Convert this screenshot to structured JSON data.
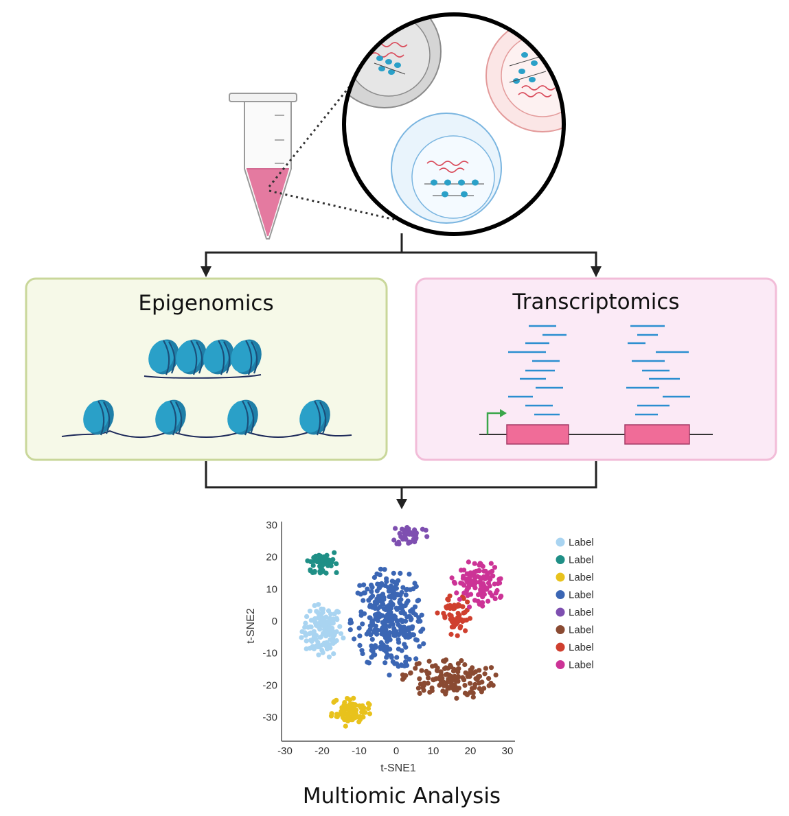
{
  "diagram": {
    "left_box_title": "Epigenomics",
    "right_box_title": "Transcriptomics",
    "bottom_title": "Multiomic Analysis"
  },
  "colors": {
    "epi_box_fill": "#f6f9e8",
    "epi_box_stroke": "#c9d79a",
    "tx_box_fill": "#fbeaf6",
    "tx_box_stroke": "#f2bcd8",
    "nucleosome": "#2aa0c8",
    "read": "#2a8ed0",
    "exon": "#f06c98",
    "promoter_arrow": "#3aa64a",
    "tube_liquid": "#e47aa0"
  },
  "chart_data": {
    "type": "scatter",
    "title": "",
    "xlabel": "t-SNE1",
    "ylabel": "t-SNE2",
    "xlim": [
      -30,
      32
    ],
    "ylim": [
      -38,
      32
    ],
    "xticks": [
      -30,
      -20,
      -10,
      0,
      10,
      20,
      30
    ],
    "yticks": [
      30,
      20,
      10,
      0,
      -10,
      -20,
      -30
    ],
    "legend_position": "right",
    "series": [
      {
        "name": "Label",
        "color": "#a9d4f1",
        "center": [
          -20,
          -3
        ],
        "spread": [
          6,
          9
        ],
        "count": 130
      },
      {
        "name": "Label",
        "color": "#1f8f86",
        "center": [
          -20,
          18
        ],
        "spread": [
          5,
          5
        ],
        "count": 55
      },
      {
        "name": "Label",
        "color": "#e8c21c",
        "center": [
          -12,
          -28
        ],
        "spread": [
          6,
          5
        ],
        "count": 75
      },
      {
        "name": "Label",
        "color": "#3b66b4",
        "center": [
          -2,
          0
        ],
        "spread": [
          11,
          17
        ],
        "count": 320
      },
      {
        "name": "Label",
        "color": "#7e4fb0",
        "center": [
          4,
          27
        ],
        "spread": [
          6,
          4
        ],
        "count": 40
      },
      {
        "name": "Label",
        "color": "#8a4a32",
        "center": [
          14,
          -18
        ],
        "spread": [
          14,
          7
        ],
        "count": 140
      },
      {
        "name": "Label",
        "color": "#cf3f2e",
        "center": [
          16,
          1
        ],
        "spread": [
          5,
          8
        ],
        "count": 60
      },
      {
        "name": "Label",
        "color": "#cc3396",
        "center": [
          22,
          12
        ],
        "spread": [
          8,
          8
        ],
        "count": 115
      }
    ]
  }
}
